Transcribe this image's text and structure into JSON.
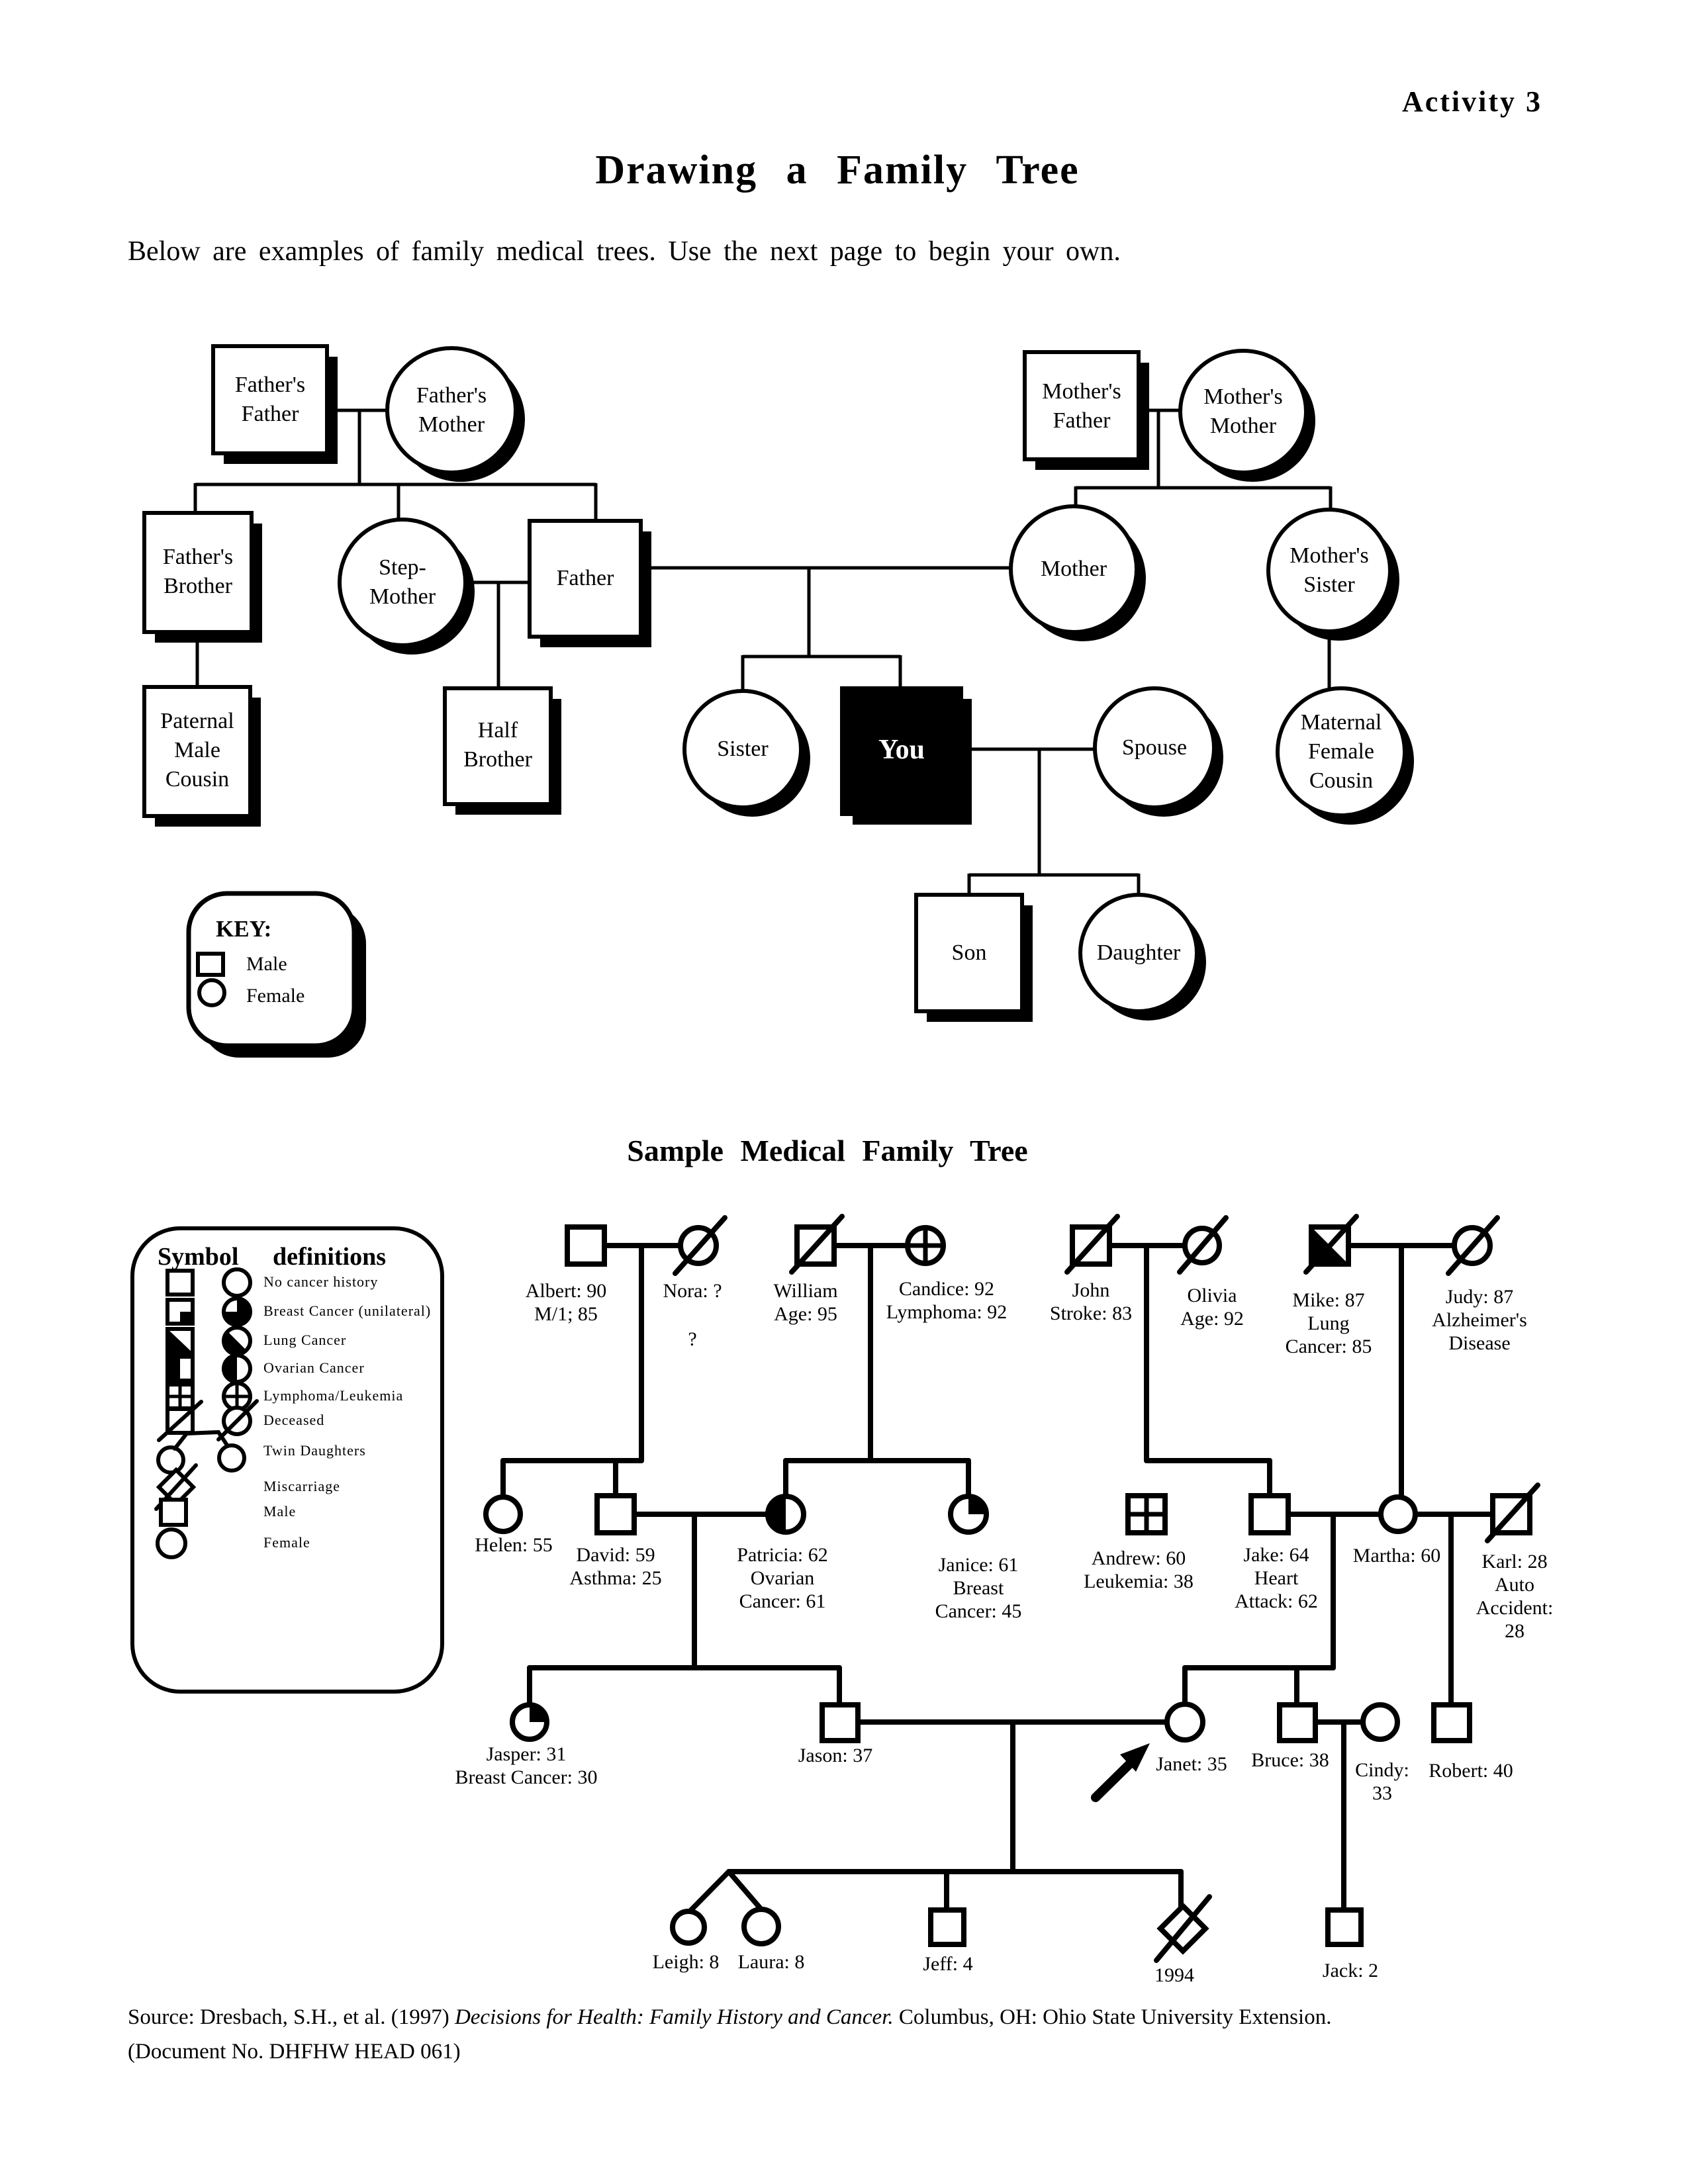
{
  "colors": {
    "ink": "#000000",
    "paper": "#ffffff"
  },
  "header": {
    "activity_label": "Activity 3",
    "title": "Drawing a Family Tree",
    "intro": "Below are examples of family medical trees. Use the next page to begin your own."
  },
  "tree1": {
    "nodes": {
      "fathers_father": {
        "lines": [
          "Father's",
          "Father"
        ]
      },
      "fathers_mother": {
        "lines": [
          "Father's",
          "Mother"
        ]
      },
      "mothers_father": {
        "lines": [
          "Mother's",
          "Father"
        ]
      },
      "mothers_mother": {
        "lines": [
          "Mother's",
          "Mother"
        ]
      },
      "fathers_brother": {
        "lines": [
          "Father's",
          "Brother"
        ]
      },
      "step_mother": {
        "lines": [
          "Step-",
          "Mother"
        ]
      },
      "father": {
        "lines": [
          "Father"
        ]
      },
      "mother": {
        "lines": [
          "Mother"
        ]
      },
      "mothers_sister": {
        "lines": [
          "Mother's",
          "Sister"
        ]
      },
      "paternal_male_cousin": {
        "lines": [
          "Paternal",
          "Male",
          "Cousin"
        ]
      },
      "half_brother": {
        "lines": [
          "Half",
          "Brother"
        ]
      },
      "sister": {
        "lines": [
          "Sister"
        ]
      },
      "you": {
        "lines": [
          "You"
        ]
      },
      "spouse": {
        "lines": [
          "Spouse"
        ]
      },
      "maternal_female_cousin": {
        "lines": [
          "Maternal",
          "Female",
          "Cousin"
        ]
      },
      "son": {
        "lines": [
          "Son"
        ]
      },
      "daughter": {
        "lines": [
          "Daughter"
        ]
      }
    },
    "key": {
      "title": "KEY:",
      "male": "Male",
      "female": "Female"
    }
  },
  "tree2": {
    "title": "Sample Medical Family Tree",
    "symbol_definitions": {
      "title": "Symbol definitions",
      "rows": [
        "No cancer history",
        "Breast Cancer (unilateral)",
        "Lung Cancer",
        "Ovarian Cancer",
        "Lymphoma/Leukemia",
        "Deceased",
        "Twin Daughters",
        "Miscarriage",
        "Male",
        "Female"
      ]
    },
    "people": {
      "albert": {
        "lines": [
          "Albert: 90",
          "M/1; 85"
        ]
      },
      "nora": {
        "lines": [
          "Nora: ?",
          "?"
        ]
      },
      "william": {
        "lines": [
          "William",
          "Age: 95"
        ]
      },
      "candice": {
        "lines": [
          "Candice: 92",
          "Lymphoma: 92"
        ]
      },
      "john": {
        "lines": [
          "John",
          "Stroke: 83"
        ]
      },
      "olivia": {
        "lines": [
          "Olivia",
          "Age: 92"
        ]
      },
      "mike": {
        "lines": [
          "Mike: 87",
          "Lung",
          "Cancer: 85"
        ]
      },
      "judy": {
        "lines": [
          "Judy: 87",
          "Alzheimer's",
          "Disease"
        ]
      },
      "helen": {
        "lines": [
          "Helen: 55"
        ]
      },
      "david": {
        "lines": [
          "David: 59",
          "Asthma: 25"
        ]
      },
      "patricia": {
        "lines": [
          "Patricia: 62",
          "Ovarian",
          "Cancer: 61"
        ]
      },
      "janice": {
        "lines": [
          "Janice: 61",
          "Breast",
          "Cancer: 45"
        ]
      },
      "andrew": {
        "lines": [
          "Andrew: 60",
          "Leukemia: 38"
        ]
      },
      "jake": {
        "lines": [
          "Jake: 64",
          "Heart",
          "Attack: 62"
        ]
      },
      "martha": {
        "lines": [
          "Martha: 60"
        ]
      },
      "karl": {
        "lines": [
          "Karl: 28",
          "Auto",
          "Accident:",
          "28"
        ]
      },
      "jasper": {
        "lines": [
          "Jasper: 31",
          "Breast Cancer: 30"
        ]
      },
      "jason": {
        "lines": [
          "Jason: 37"
        ]
      },
      "janet": {
        "lines": [
          "Janet: 35"
        ]
      },
      "bruce": {
        "lines": [
          "Bruce: 38"
        ]
      },
      "cindy": {
        "lines": [
          "Cindy:",
          "33"
        ]
      },
      "robert": {
        "lines": [
          "Robert: 40"
        ]
      },
      "leigh": {
        "lines": [
          "Leigh: 8"
        ]
      },
      "laura": {
        "lines": [
          "Laura: 8"
        ]
      },
      "jeff": {
        "lines": [
          "Jeff: 4"
        ]
      },
      "miscarriage_1994": {
        "lines": [
          "1994"
        ]
      },
      "jack": {
        "lines": [
          "Jack: 2"
        ]
      }
    }
  },
  "source": {
    "prefix": "Source: Dresbach, S.H., et al. (1997) ",
    "italic": "Decisions for Health: Family History and Cancer.",
    "suffix": " Columbus, OH: Ohio State University Extension.",
    "line2": "(Document No. DHFHW HEAD 061)"
  }
}
